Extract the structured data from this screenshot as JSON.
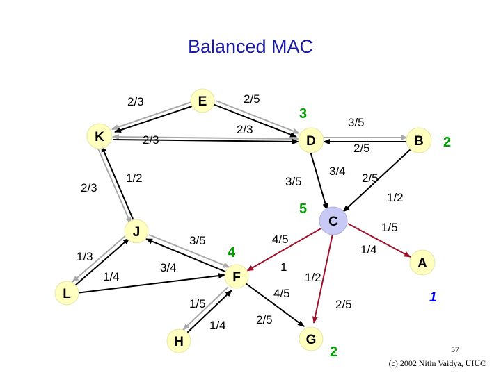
{
  "slide": {
    "title": "Balanced MAC",
    "page_number": "57",
    "copyright": "(c) 2002 Nitin Vaidya, UIUC"
  },
  "colors": {
    "title": "#1a1aa6",
    "node_fill": "#ffffbf",
    "node_highlight_fill": "#c9c9f5",
    "green_label": "#00a000",
    "blue_label": "#0000ff",
    "grey_edge": "#a8a8a8",
    "pink_edge": "#a0102a"
  },
  "nodes": [
    {
      "id": "E",
      "label": "E"
    },
    {
      "id": "K",
      "label": "K"
    },
    {
      "id": "D",
      "label": "D"
    },
    {
      "id": "B",
      "label": "B"
    },
    {
      "id": "C",
      "label": "C",
      "highlight": true
    },
    {
      "id": "J",
      "label": "J"
    },
    {
      "id": "L",
      "label": "L"
    },
    {
      "id": "F",
      "label": "F"
    },
    {
      "id": "A",
      "label": "A"
    },
    {
      "id": "H",
      "label": "H"
    },
    {
      "id": "G",
      "label": "G"
    }
  ],
  "edge_labels": [
    {
      "id": "ek-e",
      "text": "2/3"
    },
    {
      "id": "ee-d",
      "text": "2/5"
    },
    {
      "id": "ek-d",
      "text": "2/3"
    },
    {
      "id": "ed-k",
      "text": "2/3"
    },
    {
      "id": "ed-b-top",
      "text": "3/5"
    },
    {
      "id": "ed-b-bot",
      "text": "2/5"
    },
    {
      "id": "ek-j-left",
      "text": "2/3"
    },
    {
      "id": "ek-j-right",
      "text": "1/2"
    },
    {
      "id": "ed-c-left",
      "text": "3/5"
    },
    {
      "id": "ed-c-right",
      "text": "3/4"
    },
    {
      "id": "eb-c-top",
      "text": "2/5"
    },
    {
      "id": "eb-c-bot",
      "text": "1/2"
    },
    {
      "id": "ej-f",
      "text": "3/5"
    },
    {
      "id": "ec-f",
      "text": "4/5"
    },
    {
      "id": "ec-a-top",
      "text": "1/5"
    },
    {
      "id": "ec-a-bot",
      "text": "1/4"
    },
    {
      "id": "ej-l-top",
      "text": "1/3"
    },
    {
      "id": "ej-l-bot",
      "text": "1/4"
    },
    {
      "id": "el-f",
      "text": "3/4"
    },
    {
      "id": "ef-c",
      "text": "1"
    },
    {
      "id": "ec-g",
      "text": "1/2"
    },
    {
      "id": "ef-g",
      "text": "4/5"
    },
    {
      "id": "ef-h-top",
      "text": "1/5"
    },
    {
      "id": "ef-h-bot",
      "text": "1/4"
    },
    {
      "id": "eh-g",
      "text": "2/5"
    },
    {
      "id": "eg-a",
      "text": "2/5"
    }
  ],
  "green_labels": [
    {
      "id": "g-d",
      "text": "3"
    },
    {
      "id": "g-b",
      "text": "2"
    },
    {
      "id": "g-c",
      "text": "5"
    },
    {
      "id": "g-f",
      "text": "4"
    },
    {
      "id": "g-g",
      "text": "2"
    }
  ],
  "blue_labels": [
    {
      "id": "b-a",
      "text": "1"
    }
  ]
}
